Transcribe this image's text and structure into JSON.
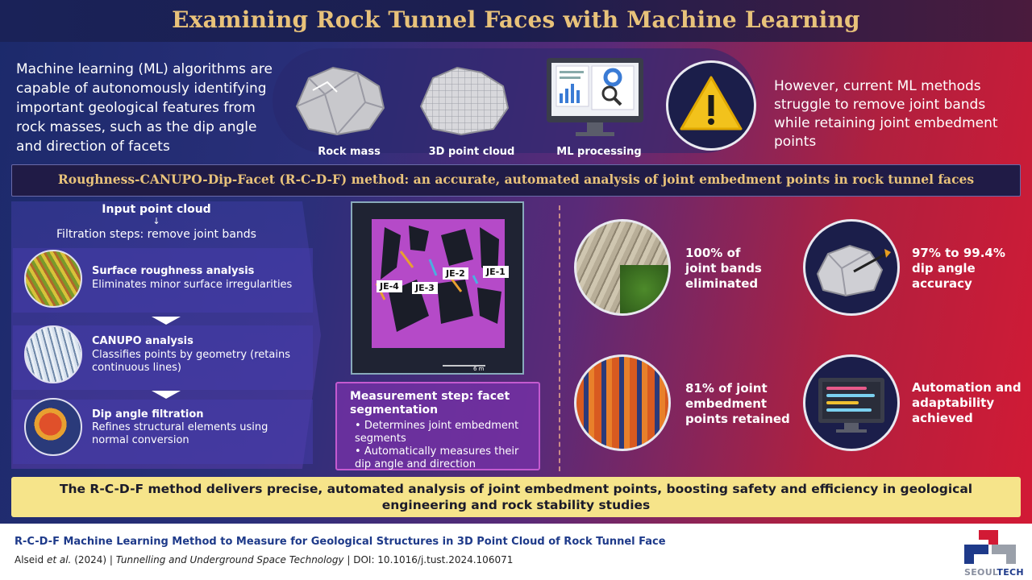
{
  "header": {
    "title": "Examining Rock Tunnel Faces with Machine Learning"
  },
  "intro": {
    "text": "Machine learning (ML) algorithms are capable of autonomously identifying important geological features from rock masses, such as the dip angle and direction of facets"
  },
  "pipeline": {
    "items": [
      {
        "label": "Rock mass"
      },
      {
        "label": "3D point cloud"
      },
      {
        "label": "ML processing"
      }
    ]
  },
  "warning": {
    "text": "However, current ML methods struggle to remove joint bands while retaining joint embedment points"
  },
  "method": {
    "title": "Roughness-CANUPO-Dip-Facet (R-C-D-F) method: an accurate, automated analysis of joint embedment points in rock tunnel faces"
  },
  "left": {
    "input": "Input point cloud",
    "arrow": "↓",
    "filtration": "Filtration steps: remove joint bands",
    "steps": [
      {
        "title": "Surface roughness analysis",
        "desc": "Eliminates minor surface irregularities"
      },
      {
        "title": "CANUPO analysis",
        "desc": "Classifies points by geometry (retains continuous lines)"
      },
      {
        "title": "Dip angle filtration",
        "desc": "Refines structural elements using normal conversion"
      }
    ]
  },
  "center": {
    "labels": [
      "JE-1",
      "JE-2",
      "JE-3",
      "JE-4"
    ],
    "scale": "6 m"
  },
  "measurement": {
    "title": "Measurement step: facet segmentation",
    "items": [
      "Determines joint embedment segments",
      "Automatically measures their dip angle and direction"
    ]
  },
  "results": [
    {
      "text": "100% of joint bands eliminated"
    },
    {
      "text": "97% to 99.4% dip angle accuracy"
    },
    {
      "text": "81% of joint embedment points retained"
    },
    {
      "text": "Automation and adaptability achieved"
    }
  ],
  "conclusion": {
    "text": "The R-C-D-F method delivers precise, automated analysis of joint embedment points, boosting safety and efficiency in geological engineering and rock stability studies"
  },
  "footer": {
    "title": "R-C-D-F Machine Learning Method to Measure for Geological Structures in 3D Point Cloud of Rock Tunnel Face",
    "authors": "Alseid",
    "etal": "et al.",
    "year": " (2024)  |  ",
    "journal": "Tunnelling and Underground Space Technology",
    "doi": "  |  DOI: 10.1016/j.tust.2024.106071",
    "logo_text_a": "SEOUL",
    "logo_text_b": "TECH"
  },
  "colors": {
    "gold": "#e8c27a",
    "banner": "#f6e48a",
    "navy": "#1e3a8a",
    "red": "#d21a35"
  }
}
